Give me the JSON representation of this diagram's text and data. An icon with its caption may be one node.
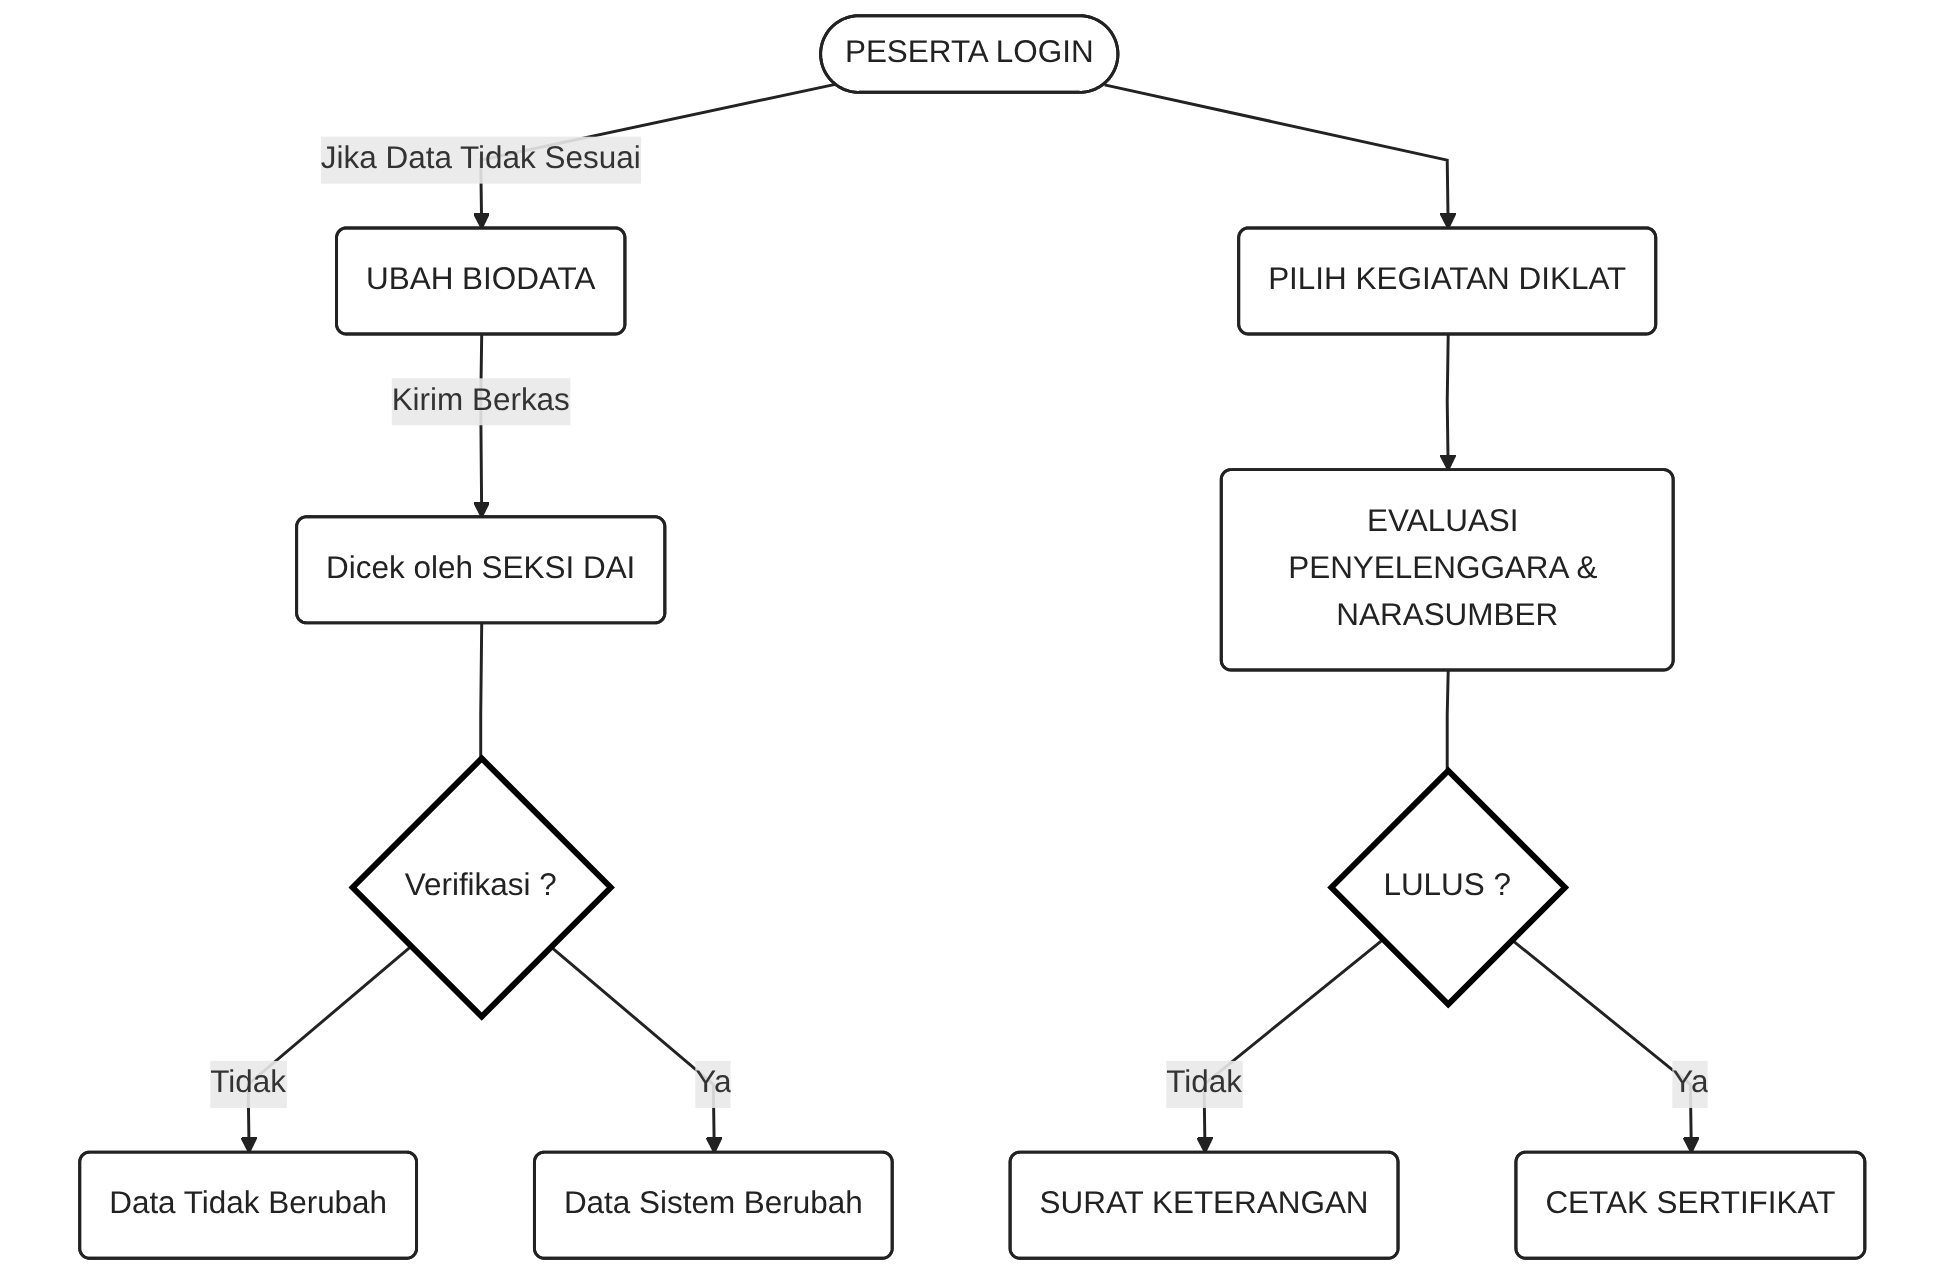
{
  "diagram": {
    "nodes": [
      {
        "text": [
          "PESERTA LOGIN"
        ]
      },
      {
        "text": [
          "UBAH BIODATA"
        ]
      },
      {
        "text": [
          "Dicek oleh SEKSI DAI"
        ]
      },
      {
        "text": [
          "Verifikasi ?"
        ]
      },
      {
        "text": [
          "Data Tidak Berubah"
        ]
      },
      {
        "text": [
          "Data Sistem Berubah"
        ]
      },
      {
        "text": [
          "PILIH KEGIATAN DIKLAT"
        ]
      },
      {
        "text": [
          "EVALUASI PENYELENGGARA & NARASUMBER"
        ]
      },
      {
        "text": [
          "LULUS ?"
        ]
      },
      {
        "text": [
          "SURAT KETERANGAN"
        ]
      },
      {
        "text": [
          "CETAK SERTIFIKAT"
        ]
      }
    ],
    "edges": [
      {
        "from": 0,
        "to": 1,
        "arrow": "to",
        "label": "Jika Data Tidak Sesuai"
      },
      {
        "from": 0,
        "to": 6,
        "arrow": "to"
      },
      {
        "from": 1,
        "to": 2,
        "arrow": "to",
        "label": "Kirim Berkas"
      },
      {
        "from": 2,
        "to": 3,
        "arrow": "none"
      },
      {
        "from": 3,
        "to": 4,
        "arrow": "to",
        "label": "Tidak"
      },
      {
        "from": 3,
        "to": 5,
        "arrow": "to",
        "label": "Ya"
      },
      {
        "from": 6,
        "to": 7,
        "arrow": "to"
      },
      {
        "from": 7,
        "to": 8,
        "arrow": "none"
      },
      {
        "from": 8,
        "to": 9,
        "arrow": "to",
        "label": "Tidak"
      },
      {
        "from": 8,
        "to": 10,
        "arrow": "to",
        "label": "Ya"
      }
    ]
  }
}
